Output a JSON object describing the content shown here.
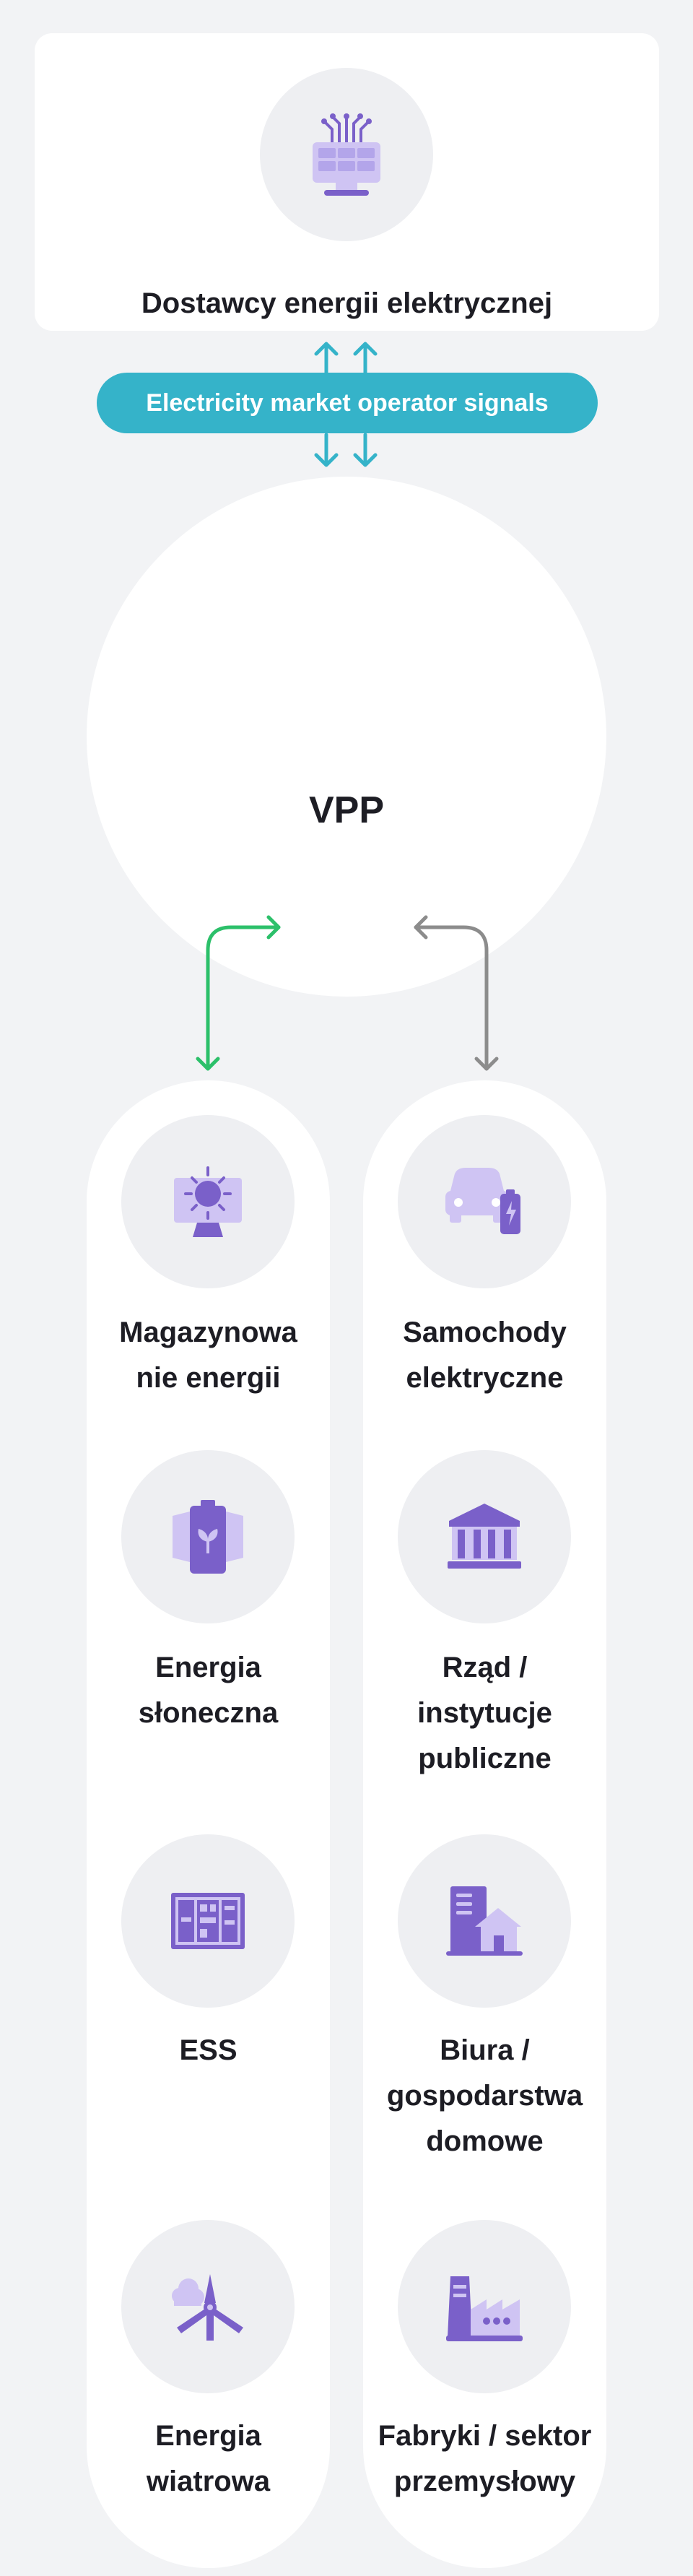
{
  "supplier": {
    "label": "Dostawcy energii elektrycznej",
    "icon": "electricity-supplier-icon"
  },
  "signals": {
    "label": "Electricity market operator signals",
    "color": "#35b3c9"
  },
  "vpp": {
    "label": "VPP"
  },
  "colors": {
    "green_arrow": "#2cc06a",
    "gray_arrow": "#8c8c8c",
    "icon_purple": "#7a60c9",
    "icon_lavender": "#cfc4f3"
  },
  "left_column": [
    {
      "label": "Magazynowa\nnie energii",
      "icon": "solar-panel-icon"
    },
    {
      "label": "Energia\nsłoneczna",
      "icon": "battery-leaf-icon"
    },
    {
      "label": "ESS",
      "icon": "ess-cabinet-icon"
    },
    {
      "label": "Energia\nwiatrowa",
      "icon": "wind-turbine-icon"
    }
  ],
  "right_column": [
    {
      "label": "Samochody\nelektryczne",
      "icon": "electric-car-icon"
    },
    {
      "label": "Rząd /\ninstytucje\npubliczne",
      "icon": "government-building-icon"
    },
    {
      "label": "Biura /\ngospodarstwa\ndomowe",
      "icon": "office-house-icon"
    },
    {
      "label": "Fabryki / sektor\nprzemysłowy",
      "icon": "factory-icon"
    }
  ]
}
